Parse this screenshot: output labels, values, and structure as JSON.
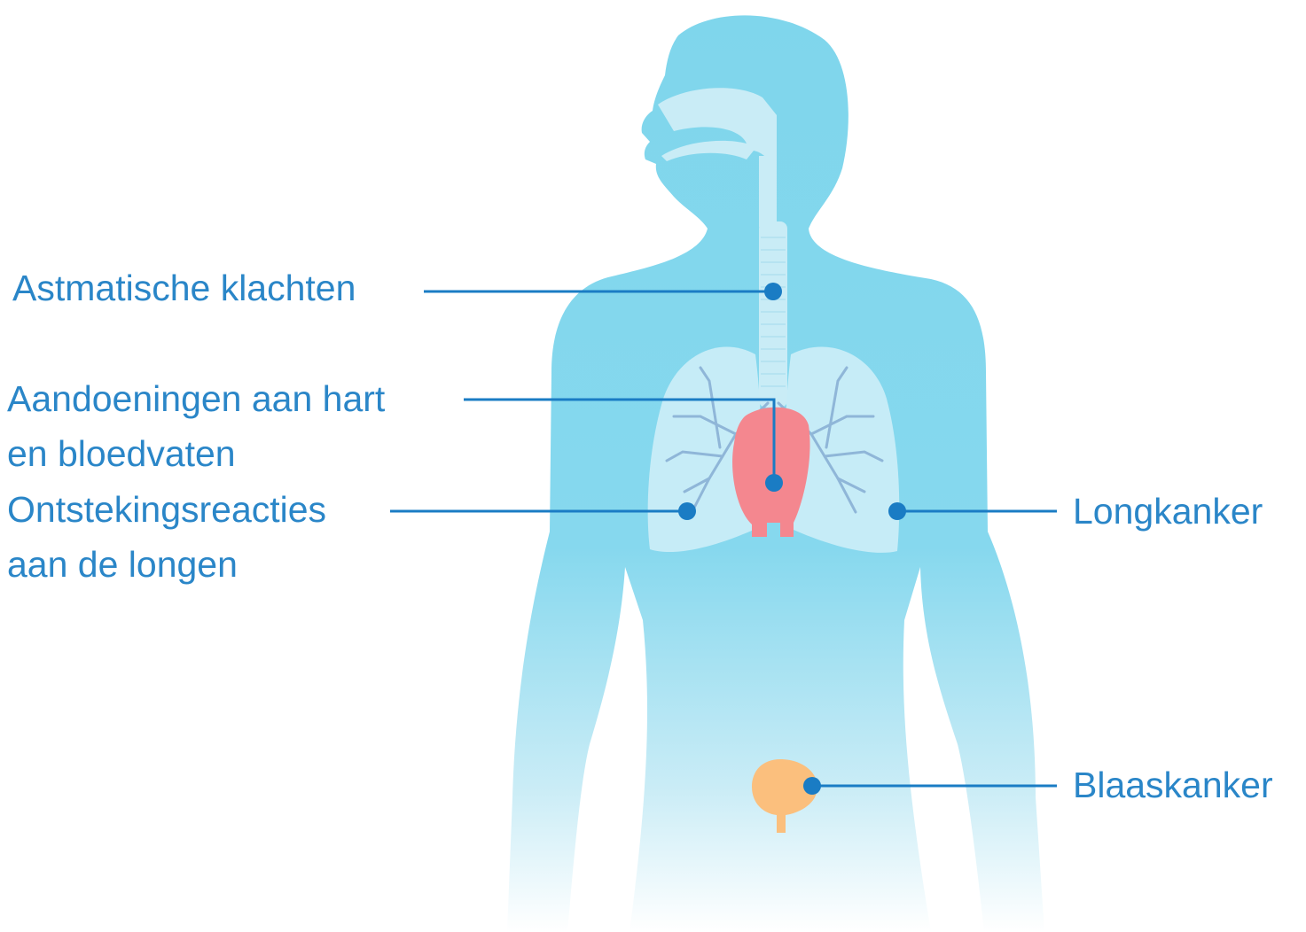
{
  "colors": {
    "body": "#7fd6ec",
    "body_fade": "#ffffff",
    "airway": "#c9ecf6",
    "lung": "#c6ecf7",
    "bronchi": "#8fb6d8",
    "heart": "#f4878f",
    "bladder": "#fbbf7d",
    "accent": "#1a7cc4",
    "label_text": "#2a86c8"
  },
  "labels": {
    "asthma": "Astmatische klachten",
    "heart_vessels": [
      "Aandoeningen aan hart",
      "en bloedvaten"
    ],
    "lung_inflammation": [
      "Ontstekingsreacties",
      "aan de longen"
    ],
    "lung_cancer": "Longkanker",
    "bladder_cancer": "Blaaskanker"
  }
}
